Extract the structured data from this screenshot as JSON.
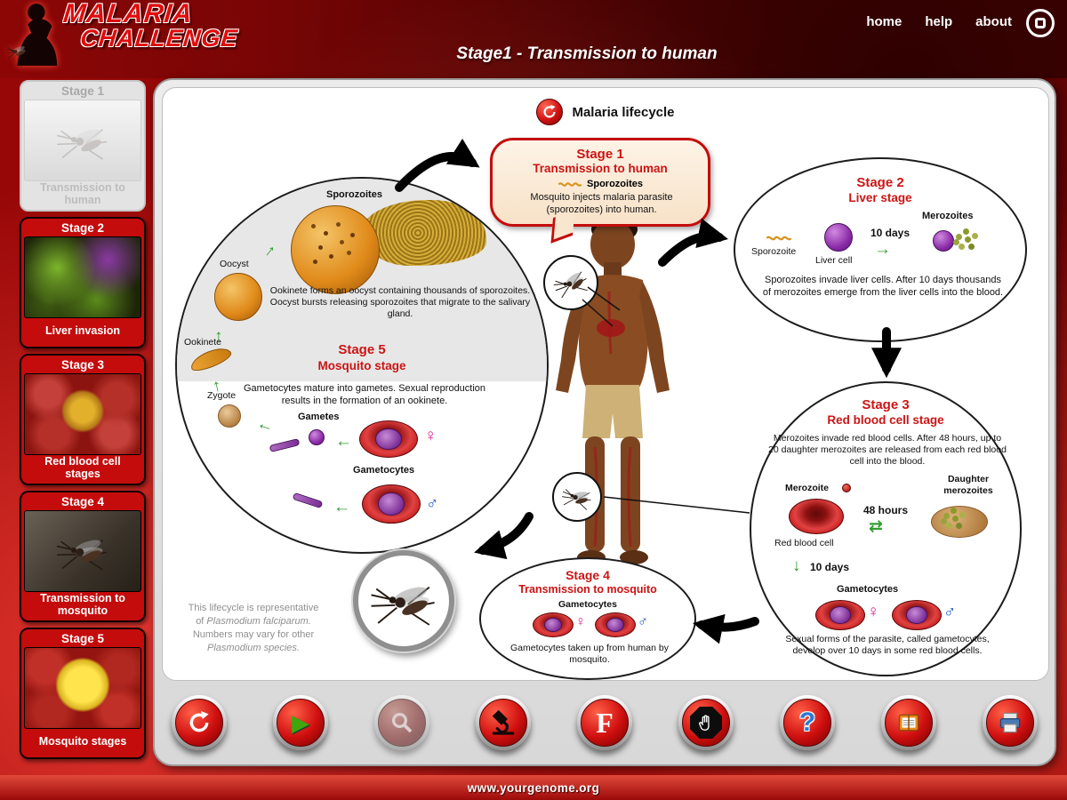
{
  "app": {
    "logo_line1": "MALARIA",
    "logo_line2": "CHALLENGE",
    "stage_title": "Stage1 - Transmission to human",
    "nav": {
      "home": "home",
      "help": "help",
      "about": "about"
    },
    "footer": "www.yourgenome.org"
  },
  "sidebar": {
    "stages": [
      {
        "header": "Stage 1",
        "label": "Transmission to human",
        "state": "active"
      },
      {
        "header": "Stage 2",
        "label": "Liver invasion",
        "state": "normal"
      },
      {
        "header": "Stage 3",
        "label": "Red blood cell stages",
        "state": "normal"
      },
      {
        "header": "Stage 4",
        "label": "Transmission to mosquito",
        "state": "normal"
      },
      {
        "header": "Stage 5",
        "label": "Mosquito stages",
        "state": "normal"
      }
    ]
  },
  "lifecycle": {
    "title": "Malaria lifecycle",
    "stage1": {
      "heading": "Stage 1",
      "subheading": "Transmission to human",
      "label_sporozoites": "Sporozoites",
      "body": "Mosquito injects malaria parasite (sporozoites) into human."
    },
    "stage2": {
      "heading": "Stage 2",
      "subheading": "Liver stage",
      "label_sporozoite": "Sporozoite",
      "label_liver_cell": "Liver cell",
      "label_10_days": "10 days",
      "label_merozoites": "Merozoites",
      "body": "Sporozoites invade liver cells. After 10 days thousands of merozoites emerge from the liver cells into the blood."
    },
    "stage3": {
      "heading": "Stage 3",
      "subheading": "Red blood cell stage",
      "body1": "Merozoites invade red blood cells. After 48 hours, up to 20 daughter merozoites are released from each red blood cell into the blood.",
      "label_merozoite": "Merozoite",
      "label_red_blood_cell": "Red blood cell",
      "label_48_hours": "48 hours",
      "label_daughter_merozoites": "Daughter merozoites",
      "label_10_days": "10 days",
      "label_gametocytes": "Gametocytes",
      "body2": "Sexual forms of the parasite, called gametocytes, develop over 10 days in some red blood cells."
    },
    "stage4": {
      "heading": "Stage 4",
      "subheading": "Transmission to mosquito",
      "label_gametocytes": "Gametocytes",
      "body": "Gametocytes taken up from human by mosquito."
    },
    "stage5": {
      "heading": "Stage 5",
      "subheading": "Mosquito stage",
      "label_sporozoites": "Sporozoites",
      "label_oocyst": "Oocyst",
      "label_ookinete": "Ookinete",
      "label_zygote": "Zygote",
      "label_gametes": "Gametes",
      "label_gametocytes": "Gametocytes",
      "body_top": "Ookinete forms an oocyst containing thousands of sporozoites. Oocyst bursts releasing sporozoites that migrate to the salivary gland.",
      "body_bottom": "Gametocytes mature into gametes. Sexual reproduction results in the formation of an ookinete."
    },
    "note": {
      "line1": "This lifecycle is representative",
      "line2_pre": "of ",
      "line2_it": "Plasmodium falciparum.",
      "line3": "Numbers may vary for other",
      "line4_it": "Plasmodium species."
    }
  },
  "icons": {
    "arrow_right": "→",
    "arrow_left": "←",
    "arrow_up": "↑",
    "arrow_down": "↓",
    "arrow_swap": "⇄",
    "female": "♀",
    "male": "♂",
    "play": "▶",
    "letter_f": "F",
    "question": "?"
  },
  "colors": {
    "accent_red": "#c40c0c",
    "heading_red": "#cc1414",
    "green_arrow": "#2f9e2f",
    "female_pink": "#e0218a",
    "male_blue": "#1a56c4"
  },
  "toolbar": {
    "buttons": [
      {
        "name": "lifecycle",
        "disabled": false
      },
      {
        "name": "play",
        "disabled": false
      },
      {
        "name": "zoom",
        "disabled": true
      },
      {
        "name": "microscope",
        "disabled": false
      },
      {
        "name": "facts",
        "disabled": false
      },
      {
        "name": "stop",
        "disabled": false
      },
      {
        "name": "help",
        "disabled": false
      },
      {
        "name": "notebook",
        "disabled": false
      },
      {
        "name": "print",
        "disabled": false
      }
    ]
  }
}
